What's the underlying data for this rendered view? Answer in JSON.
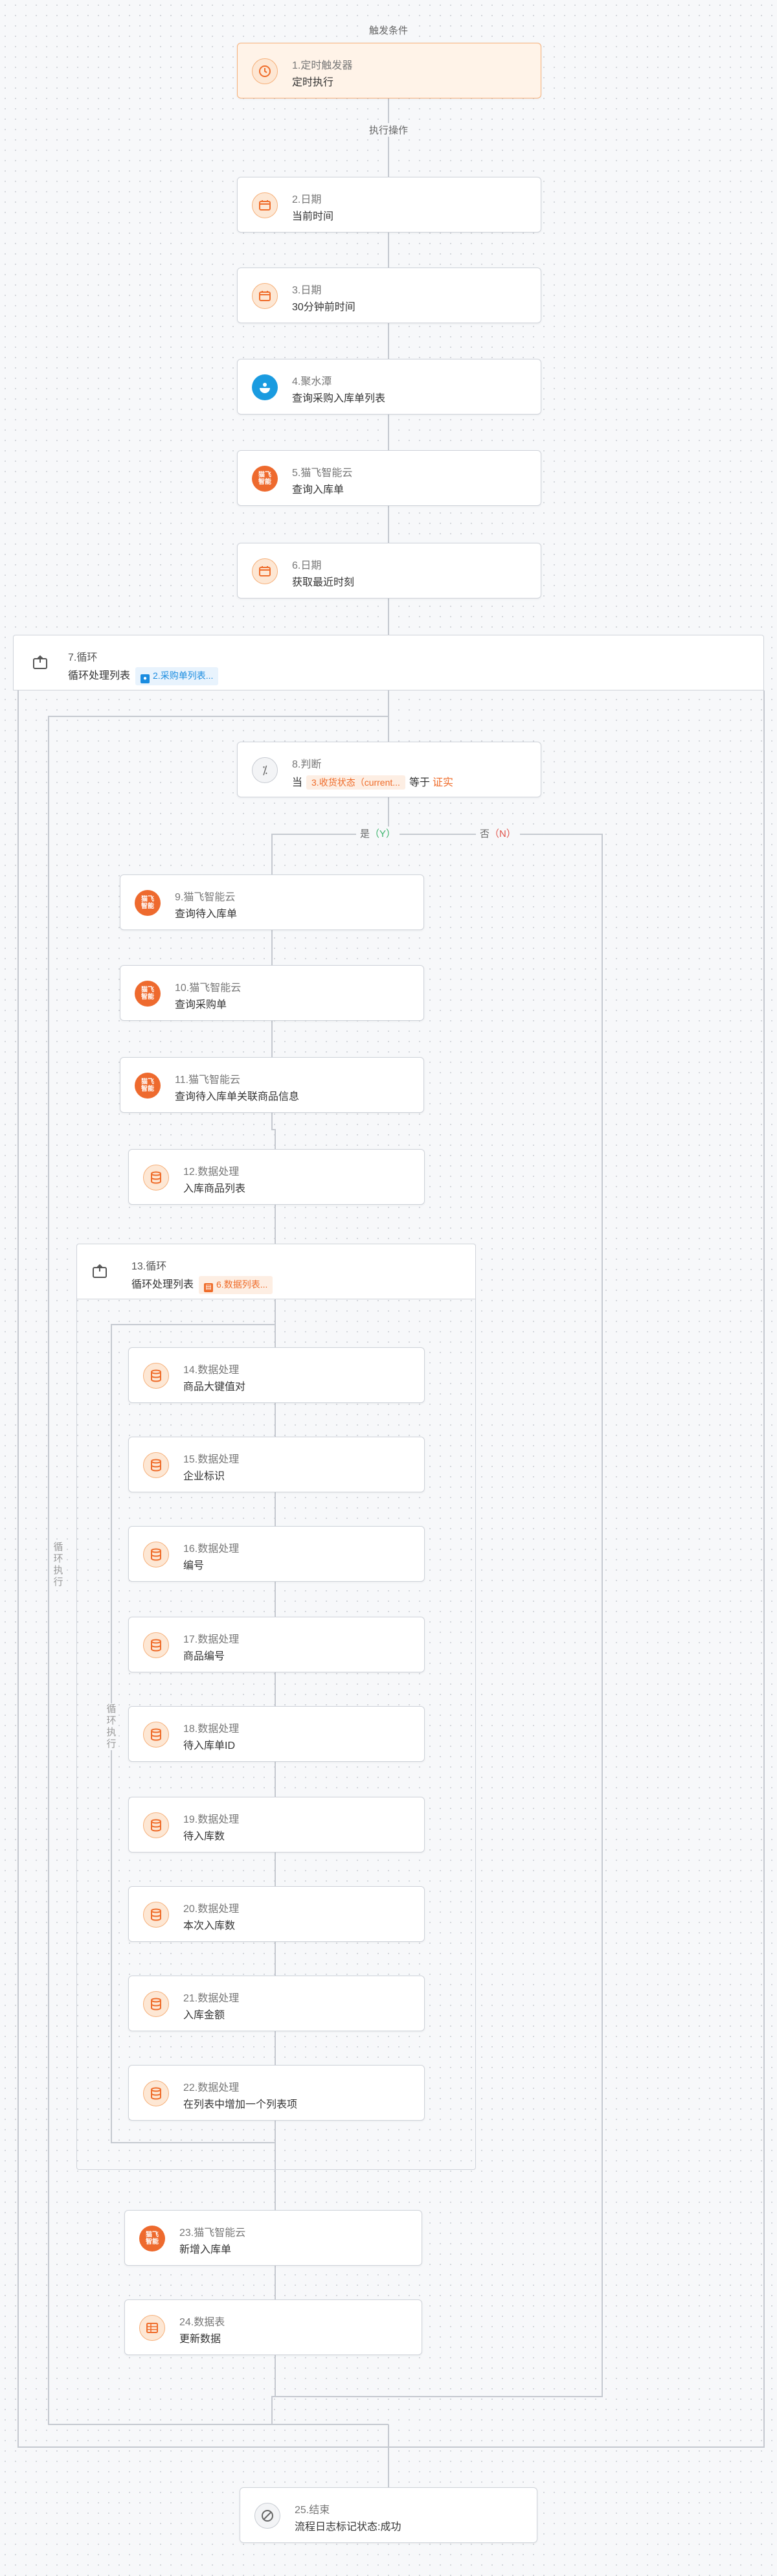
{
  "labels": {
    "trigger_condition": "触发条件",
    "execute_action": "执行操作",
    "loop_exec": "循环执行",
    "branch_yes": "是",
    "branch_yes_mark": "（Y）",
    "branch_no": "否",
    "branch_no_mark": "（N）"
  },
  "nodes": {
    "n1": {
      "title": "1.定时触发器",
      "subtitle": "定时执行",
      "icon": "clock-icon"
    },
    "n2": {
      "title": "2.日期",
      "subtitle": "当前时间",
      "icon": "calendar-icon"
    },
    "n3": {
      "title": "3.日期",
      "subtitle": "30分钟前时间",
      "icon": "calendar-icon"
    },
    "n4": {
      "title": "4.聚水潭",
      "subtitle": "查询采购入库单列表",
      "icon": "jushuitan-icon"
    },
    "n5": {
      "title": "5.猫飞智能云",
      "subtitle": "查询入库单",
      "icon": "maofei-icon"
    },
    "n6": {
      "title": "6.日期",
      "subtitle": "获取最近时刻",
      "icon": "calendar-icon"
    },
    "n7": {
      "title": "7.循环",
      "subtitle": "循环处理列表",
      "tag": "2.采购单列表...",
      "icon": "loop-icon"
    },
    "n8": {
      "title": "8.判断",
      "prefix": "当",
      "field": "3.收货状态（current...",
      "op": "等于",
      "value": "证实",
      "icon": "condition-icon"
    },
    "n9": {
      "title": "9.猫飞智能云",
      "subtitle": "查询待入库单",
      "icon": "maofei-icon"
    },
    "n10": {
      "title": "10.猫飞智能云",
      "subtitle": "查询采购单",
      "icon": "maofei-icon"
    },
    "n11": {
      "title": "11.猫飞智能云",
      "subtitle": "查询待入库单关联商品信息",
      "icon": "maofei-icon"
    },
    "n12": {
      "title": "12.数据处理",
      "subtitle": "入库商品列表",
      "icon": "database-icon"
    },
    "n13": {
      "title": "13.循环",
      "subtitle": "循环处理列表",
      "tag": "6.数据列表...",
      "icon": "loop-icon"
    },
    "n14": {
      "title": "14.数据处理",
      "subtitle": "商品大键值对",
      "icon": "database-icon"
    },
    "n15": {
      "title": "15.数据处理",
      "subtitle": "企业标识",
      "icon": "database-icon"
    },
    "n16": {
      "title": "16.数据处理",
      "subtitle": "编号",
      "icon": "database-icon"
    },
    "n17": {
      "title": "17.数据处理",
      "subtitle": "商品编号",
      "icon": "database-icon"
    },
    "n18": {
      "title": "18.数据处理",
      "subtitle": "待入库单ID",
      "icon": "database-icon"
    },
    "n19": {
      "title": "19.数据处理",
      "subtitle": "待入库数",
      "icon": "database-icon"
    },
    "n20": {
      "title": "20.数据处理",
      "subtitle": "本次入库数",
      "icon": "database-icon"
    },
    "n21": {
      "title": "21.数据处理",
      "subtitle": "入库金额",
      "icon": "database-icon"
    },
    "n22": {
      "title": "22.数据处理",
      "subtitle": "在列表中增加一个列表项",
      "icon": "database-icon"
    },
    "n23": {
      "title": "23.猫飞智能云",
      "subtitle": "新增入库单",
      "icon": "maofei-icon"
    },
    "n24": {
      "title": "24.数据表",
      "subtitle": "更新数据",
      "icon": "table-icon"
    },
    "n25": {
      "title": "25.结束",
      "subtitle": "流程日志标记状态:成功",
      "icon": "end-icon"
    }
  },
  "maofei_icon_text": "猫飞\n智能",
  "colors": {
    "accent": "#ef6c2a",
    "link_blue": "#1a8ce0",
    "line": "#c5c9d0",
    "trigger_bg": "#fff3e8"
  }
}
